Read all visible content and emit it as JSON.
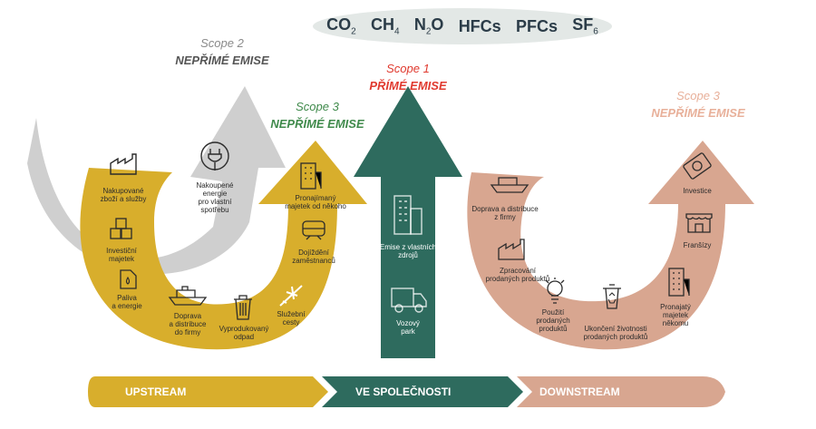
{
  "gases": [
    {
      "base": "CO",
      "sub": "2"
    },
    {
      "base": "CH",
      "sub": "4"
    },
    {
      "base": "N",
      "sub": "2",
      "tail": "O"
    },
    {
      "base": "HFCs",
      "sub": ""
    },
    {
      "base": "PFCs",
      "sub": ""
    },
    {
      "base": "SF",
      "sub": "6"
    }
  ],
  "scope2": {
    "scope": "Scope 2",
    "kind": "NEPŘÍMÉ EMISE"
  },
  "scope3_up": {
    "scope": "Scope 3",
    "kind": "NEPŘÍMÉ EMISE"
  },
  "scope1": {
    "scope": "Scope 1",
    "kind": "PŘÍMÉ EMISE"
  },
  "scope3_down": {
    "scope": "Scope 3",
    "kind": "NEPŘÍMÉ EMISE"
  },
  "upstream_items": [
    "Nakupované\nzboží a služby",
    "Nakoupené\nenergie\npro vlastní\nspotřebu",
    "Investiční\nmajetek",
    "Paliva\na energie",
    "Doprava\na distribuce\ndo firmy",
    "Vyprodukovaný\nodpad",
    "Služební\ncesty",
    "Dojíždění\nzaměstnanců",
    "Pronajímaný\nmajetek od někoho"
  ],
  "company_items": [
    "Emise z vlastních\nzdrojů",
    "Vozový\npark"
  ],
  "downstream_items": [
    "Doprava a distribuce\nz firmy",
    "Zpracování\nprodaných produktů",
    "Použití\nprodaných\nproduktů",
    "Ukončení životnosti\nprodaných produktů",
    "Pronajatý\nmajetek\nněkomu",
    "Franšízy",
    "Investice"
  ],
  "bar": {
    "upstream": "UPSTREAM",
    "company": "VE SPOLEČNOSTI",
    "downstream": "DOWNSTREAM"
  },
  "colors": {
    "gold": "#d8ae2c",
    "teal": "#2e6b5e",
    "salmon": "#d8a690",
    "gray": "#c9c9c9",
    "cloud": "#e3e8e6",
    "scope1_red": "#e03a2f",
    "scope3_green": "#3f8a4b",
    "scope3_salmon": "#e8b09a",
    "scope2_gray": "#8a8a8a"
  }
}
